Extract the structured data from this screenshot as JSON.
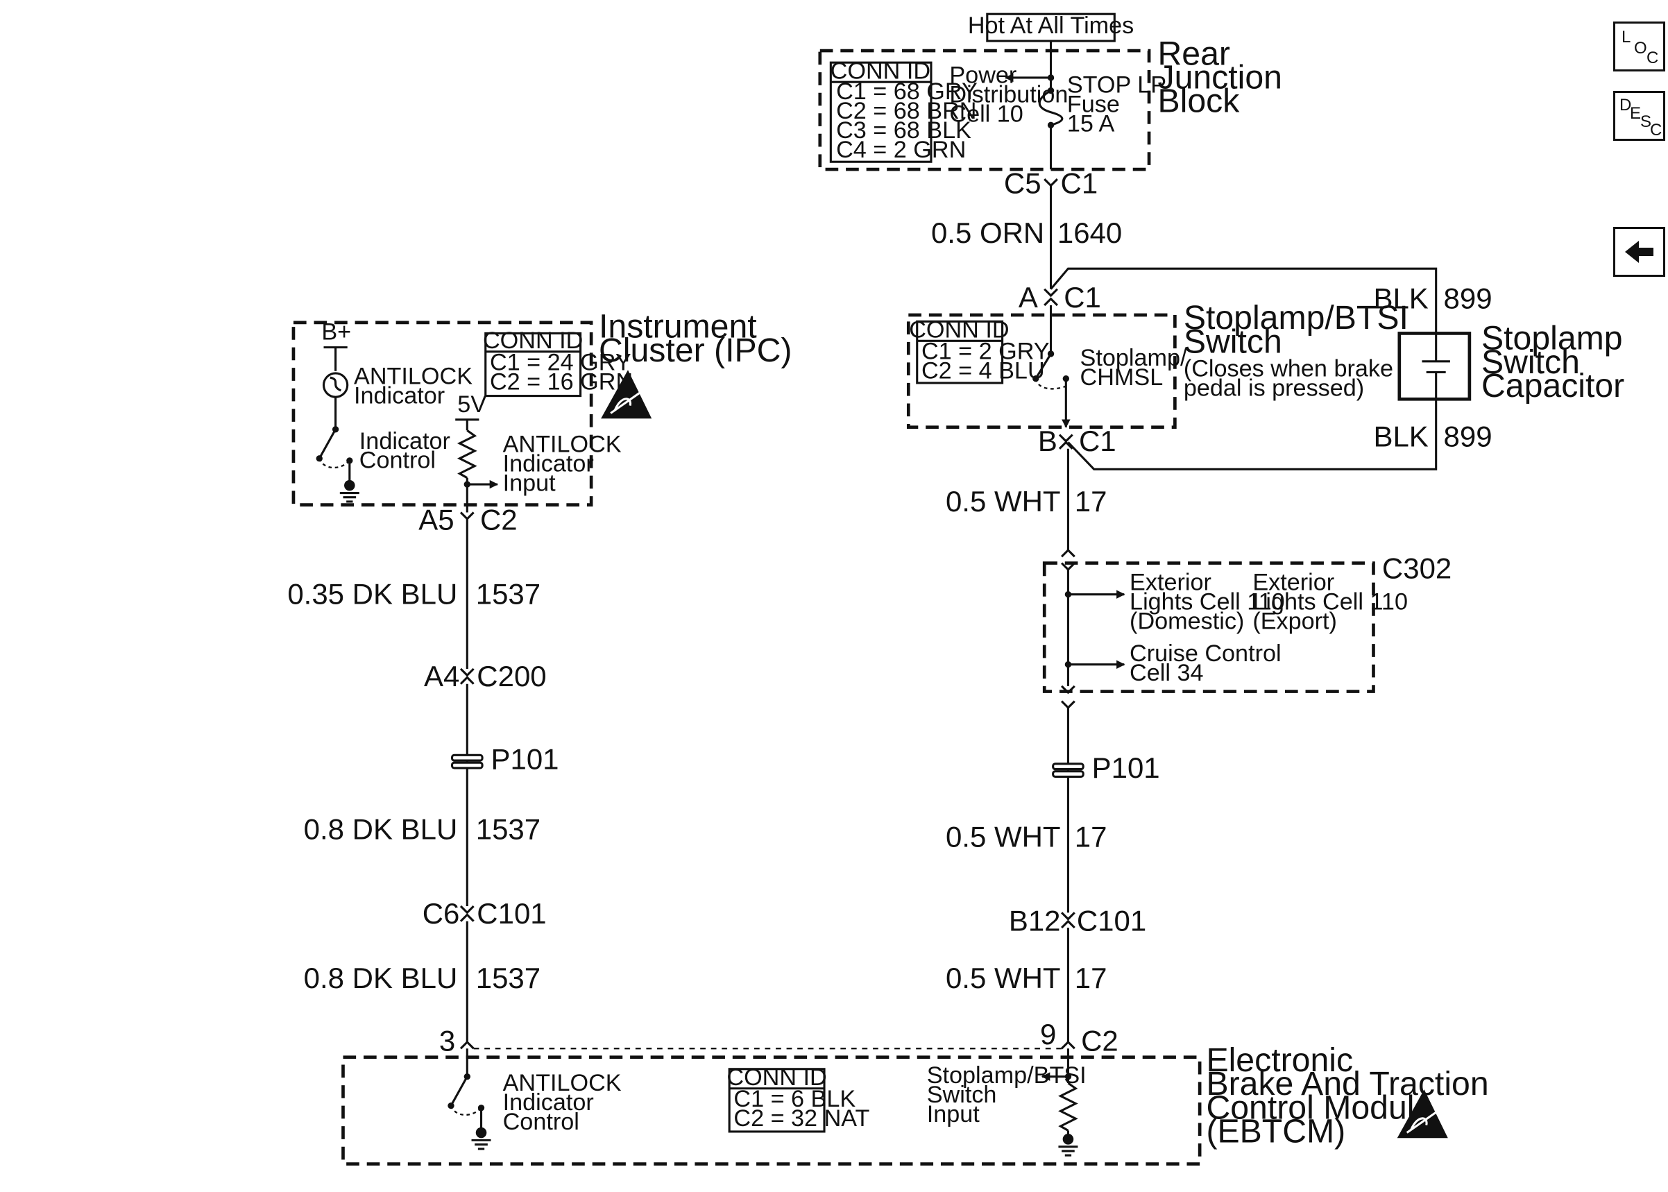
{
  "hot_label": "Hot At All Times",
  "rjb": {
    "conn_title": "CONN ID",
    "conn": [
      "C1 = 68 GRY",
      "C2 = 68 BRN",
      "C3 = 68 BLK",
      "C4 = 2 GRN"
    ],
    "power_dist": [
      "Power",
      "Distribution",
      "Cell 10"
    ],
    "fuse": [
      "STOP LP",
      "Fuse",
      "15 A"
    ],
    "name": [
      "Rear",
      "Junction",
      "Block"
    ],
    "conn_left": "C5",
    "conn_right": "C1"
  },
  "wire_orn": {
    "gauge_color": "0.5 ORN",
    "circuit": "1640"
  },
  "stoplamp_switch": {
    "top_pin": "A",
    "top_conn": "C1",
    "bottom_pin": "B",
    "bottom_conn": "C1",
    "conn_title": "CONN ID",
    "conn": [
      "C1 = 2 GRY",
      "C2 = 4 BLU"
    ],
    "contact": [
      "Stoplamp/",
      "CHMSL"
    ],
    "name": [
      "Stoplamp/BTSI",
      "Switch"
    ],
    "note": [
      "(Closes when brake",
      "pedal is pressed)"
    ]
  },
  "capacitor": {
    "top_color": "BLK",
    "top_circuit": "899",
    "bottom_color": "BLK",
    "bottom_circuit": "899",
    "name": [
      "Stoplamp",
      "Switch",
      "Capacitor"
    ]
  },
  "ipc": {
    "bplus": "B+",
    "conn_title": "CONN ID",
    "conn": [
      "C1 = 24 GRY",
      "C2 = 16 GRN"
    ],
    "antilock_indicator": [
      "ANTILOCK",
      "Indicator"
    ],
    "indicator_control": [
      "Indicator",
      "Control"
    ],
    "five_v": "5V",
    "antilock_input": [
      "ANTILOCK",
      "Indicator",
      "Input"
    ],
    "name": [
      "Instrument",
      "Cluster (IPC)"
    ],
    "pin": "A5",
    "conn_label": "C2"
  },
  "left_wires": [
    {
      "gauge_color": "0.35 DK BLU",
      "circuit": "1537"
    },
    {
      "gauge_color": "0.8 DK BLU",
      "circuit": "1537"
    },
    {
      "gauge_color": "0.8 DK BLU",
      "circuit": "1537"
    }
  ],
  "left_connectors": [
    {
      "pin": "A4",
      "conn": "C200"
    },
    {
      "pin": "C6",
      "conn": "C101"
    }
  ],
  "left_passthrough": "P101",
  "right_wires": [
    {
      "gauge_color": "0.5 WHT",
      "circuit": "17"
    },
    {
      "gauge_color": "0.5 WHT",
      "circuit": "17"
    },
    {
      "gauge_color": "0.5 WHT",
      "circuit": "17"
    }
  ],
  "right_connector": {
    "pin": "B12",
    "conn": "C101"
  },
  "right_passthrough": "P101",
  "splice": {
    "name": "C302",
    "ext_domestic": [
      "Exterior",
      "Lights Cell 110",
      "(Domestic)"
    ],
    "ext_export": [
      "Exterior",
      "Lights Cell 110",
      "(Export)"
    ],
    "cruise": [
      "Cruise Control",
      "Cell 34"
    ]
  },
  "ebtcm": {
    "left_pin": "3",
    "right_pin": "9",
    "right_conn": "C2",
    "antilock_control": [
      "ANTILOCK",
      "Indicator",
      "Control"
    ],
    "conn_title": "CONN ID",
    "conn": [
      "C1 = 6 BLK",
      "C2 = 32 NAT"
    ],
    "switch_input": [
      "Stoplamp/BTSI",
      "Switch",
      "Input"
    ],
    "name": [
      "Electronic",
      "Brake And Traction",
      "Control Module",
      "(EBTCM)"
    ]
  },
  "nav": {
    "loc": [
      "L",
      "O",
      "C"
    ],
    "desc": [
      "D",
      "E",
      "S",
      "C"
    ],
    "back_icon": "left-arrow-icon"
  }
}
